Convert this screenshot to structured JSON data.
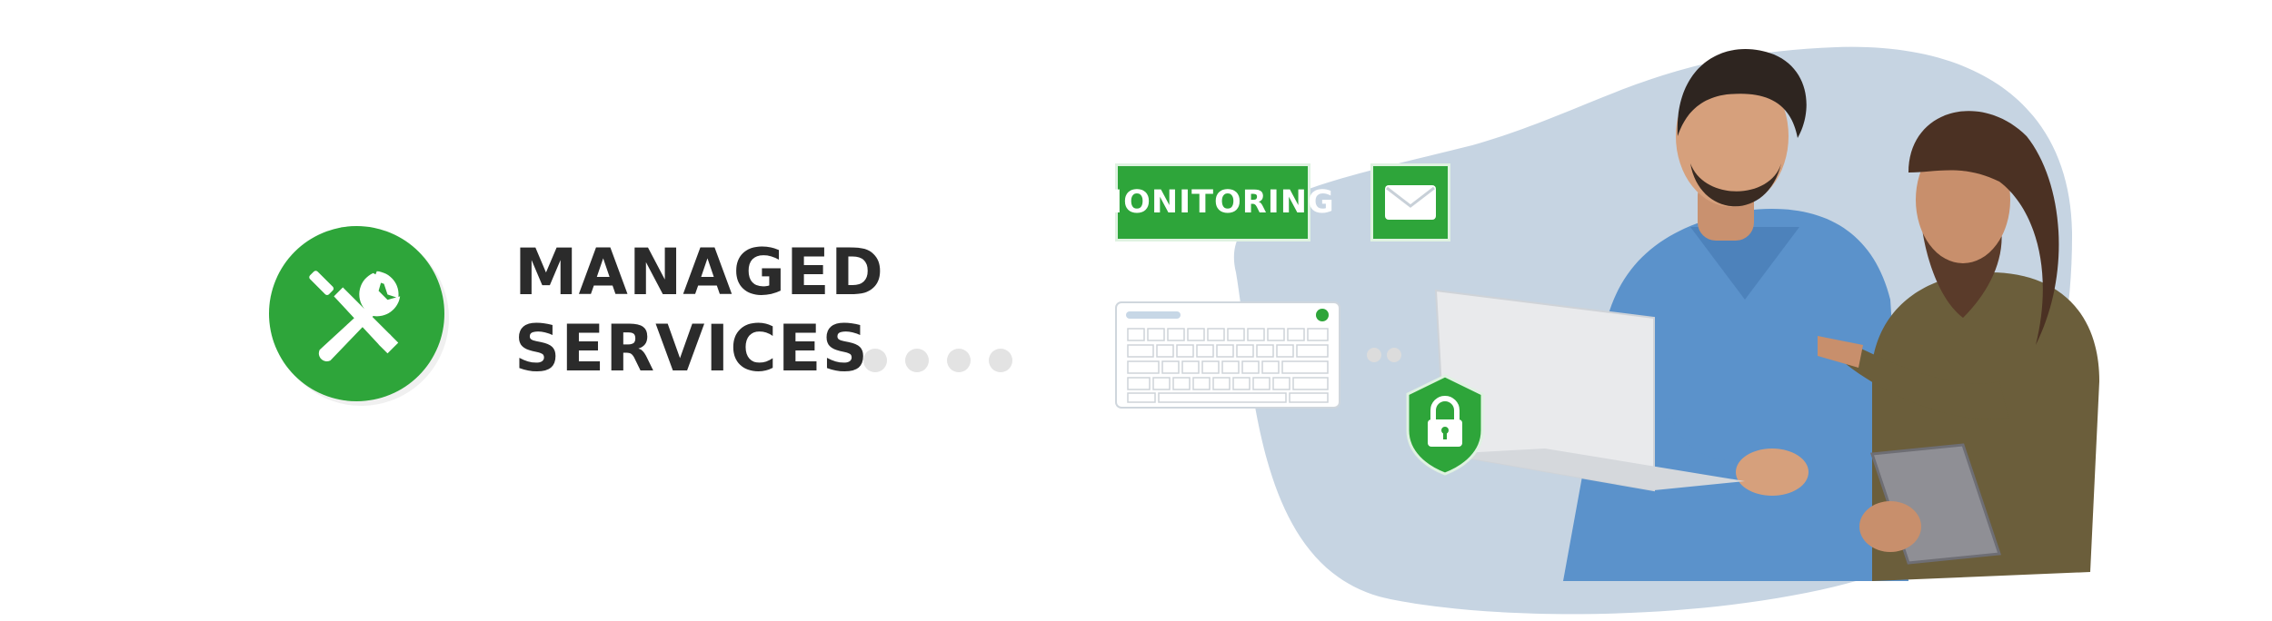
{
  "brand": {
    "title_line1": "MANAGED",
    "title_line2": "SERVICES",
    "accent_color": "#2ea53a",
    "text_color": "#2b2b2b",
    "blob_color": "#c6d4e2"
  },
  "tags": {
    "monitoring_label": "MONITORING"
  },
  "icons": {
    "logo": "tools-icon",
    "mail": "mail-icon",
    "keyboard": "keyboard-icon",
    "security": "lock-shield-icon"
  }
}
